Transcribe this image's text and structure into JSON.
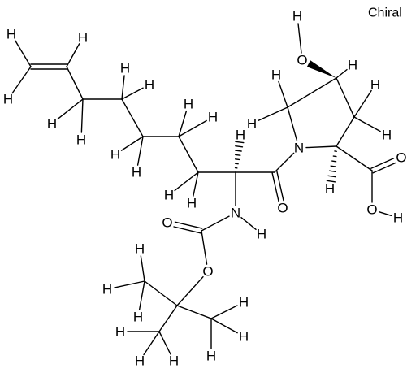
{
  "chiral_label": "Chiral",
  "atoms": [
    {
      "id": "hv1",
      "label": "H"
    },
    {
      "id": "hv2",
      "label": "H"
    },
    {
      "id": "hv3",
      "label": "H"
    },
    {
      "id": "h4a",
      "label": "H"
    },
    {
      "id": "h4b",
      "label": "H"
    },
    {
      "id": "h5a",
      "label": "H"
    },
    {
      "id": "h5b",
      "label": "H"
    },
    {
      "id": "h6a",
      "label": "H"
    },
    {
      "id": "h6b",
      "label": "H"
    },
    {
      "id": "h7a",
      "label": "H"
    },
    {
      "id": "h7b",
      "label": "H"
    },
    {
      "id": "h8a",
      "label": "H"
    },
    {
      "id": "h8b",
      "label": "H"
    },
    {
      "id": "hca",
      "label": "H"
    },
    {
      "id": "n1",
      "label": "N"
    },
    {
      "id": "hn",
      "label": "H"
    },
    {
      "id": "o1",
      "label": "O"
    },
    {
      "id": "n2",
      "label": "N"
    },
    {
      "id": "oh",
      "label": "O"
    },
    {
      "id": "hoh",
      "label": "H"
    },
    {
      "id": "h5r",
      "label": "H"
    },
    {
      "id": "hr5a",
      "label": "H"
    },
    {
      "id": "hr5b",
      "label": "H"
    },
    {
      "id": "hr3a",
      "label": "H"
    },
    {
      "id": "hr3b",
      "label": "H"
    },
    {
      "id": "hr2",
      "label": "H"
    },
    {
      "id": "o2",
      "label": "O"
    },
    {
      "id": "o3",
      "label": "O"
    },
    {
      "id": "hacid",
      "label": "H"
    },
    {
      "id": "o4",
      "label": "O"
    },
    {
      "id": "o5",
      "label": "O"
    },
    {
      "id": "hm1a",
      "label": "H"
    },
    {
      "id": "hm1b",
      "label": "H"
    },
    {
      "id": "hm1c",
      "label": "H"
    },
    {
      "id": "hm2a",
      "label": "H"
    },
    {
      "id": "hm2b",
      "label": "H"
    },
    {
      "id": "hm2c",
      "label": "H"
    },
    {
      "id": "hm3a",
      "label": "H"
    },
    {
      "id": "hm3b",
      "label": "H"
    },
    {
      "id": "hm3c",
      "label": "H"
    }
  ]
}
